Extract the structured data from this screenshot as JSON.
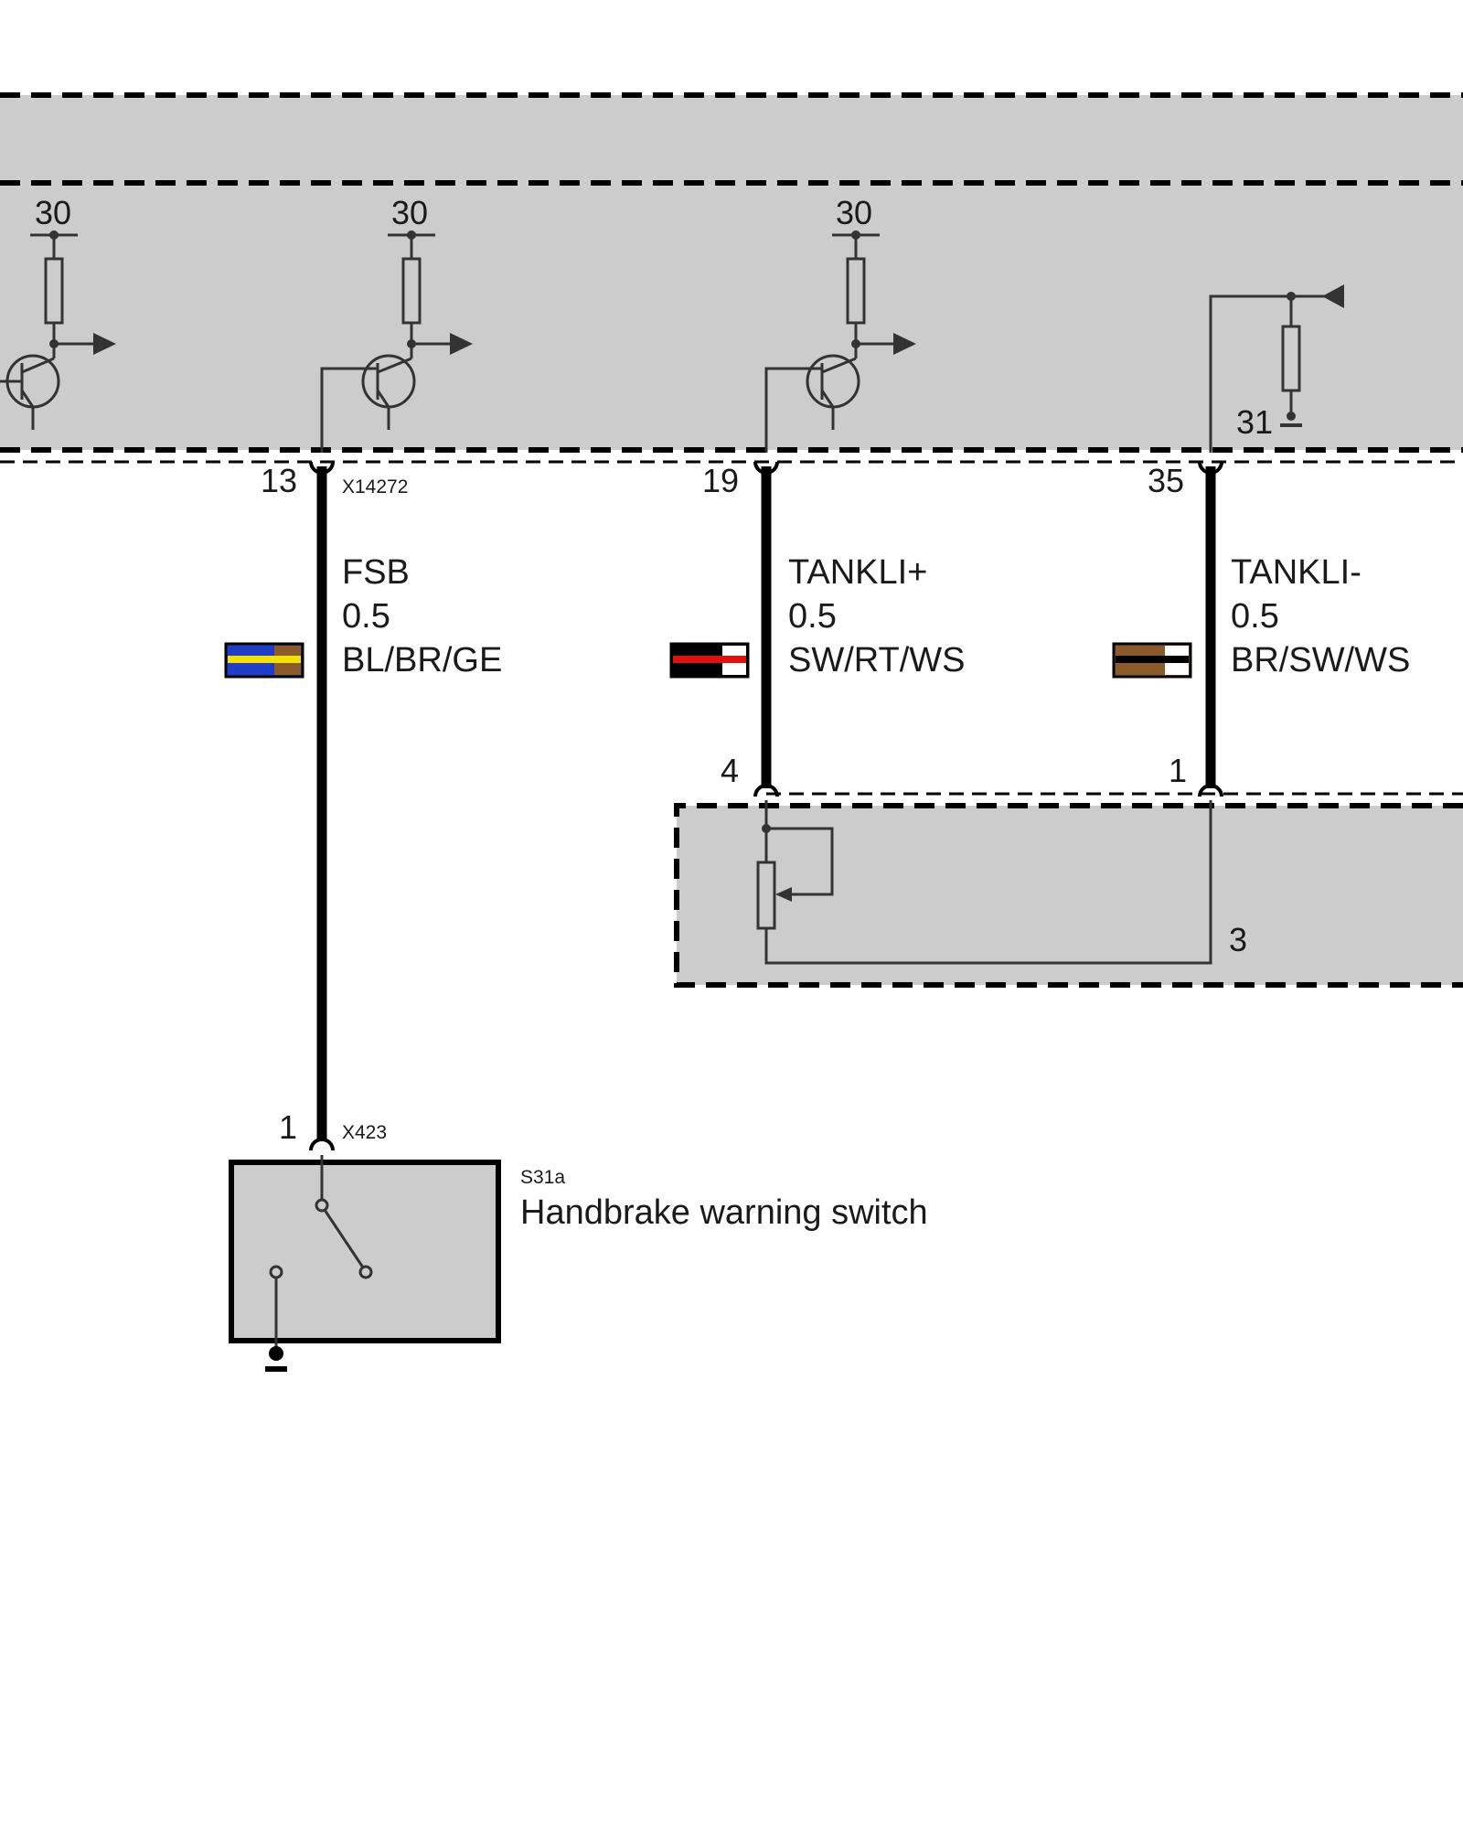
{
  "module_top": {
    "supply_labels": [
      "30",
      "30",
      "30"
    ],
    "ground_label": "31"
  },
  "wires": [
    {
      "pin_top": "13",
      "connector_top": "X14272",
      "signal": "FSB",
      "cross_section": "0.5",
      "colour_code": "BL/BR/GE",
      "pin_bottom": "1",
      "connector_bottom": "X423",
      "swatch": [
        "#1f3ec8",
        "#f5e000",
        "#8b5a2b"
      ]
    },
    {
      "pin_top": "19",
      "signal": "TANKLI+",
      "cross_section": "0.5",
      "colour_code": "SW/RT/WS",
      "pin_bottom": "4",
      "swatch": [
        "#000000",
        "#e01010",
        "#ffffff"
      ]
    },
    {
      "pin_top": "35",
      "signal": "TANKLI-",
      "cross_section": "0.5",
      "colour_code": "BR/SW/WS",
      "pin_bottom": "1",
      "swatch": [
        "#8b5a2b",
        "#000000",
        "#ffffff"
      ]
    }
  ],
  "sender": {
    "pin": "3"
  },
  "switch": {
    "id": "S31a",
    "name": "Handbrake warning switch"
  },
  "colors": {
    "module_fill": "#cccccc",
    "wire": "#000000"
  }
}
